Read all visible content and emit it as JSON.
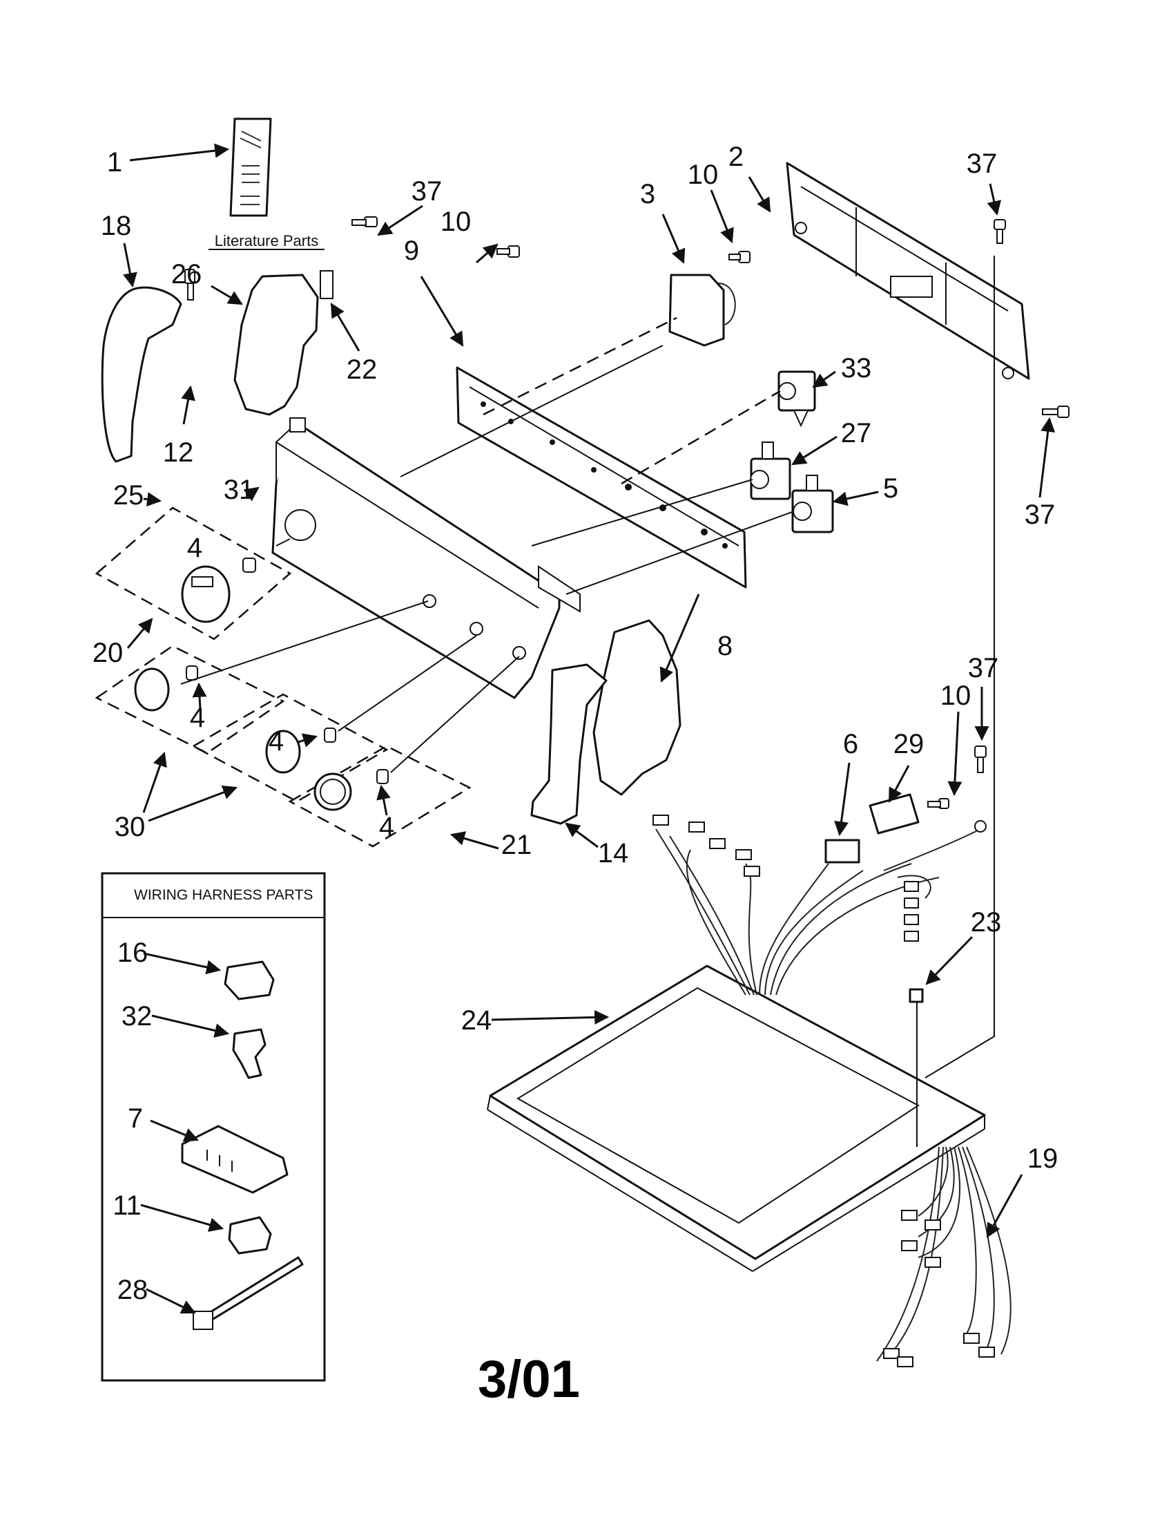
{
  "literature": {
    "label": "Literature Parts"
  },
  "wiring_box": {
    "title": "WIRING HARNESS PARTS"
  },
  "date": "3/01",
  "callouts": [
    "1",
    "2",
    "3",
    "4",
    "5",
    "6",
    "7",
    "8",
    "9",
    "10",
    "11",
    "12",
    "14",
    "16",
    "18",
    "19",
    "20",
    "21",
    "22",
    "23",
    "24",
    "25",
    "26",
    "27",
    "28",
    "29",
    "30",
    "31",
    "32",
    "33",
    "37"
  ]
}
